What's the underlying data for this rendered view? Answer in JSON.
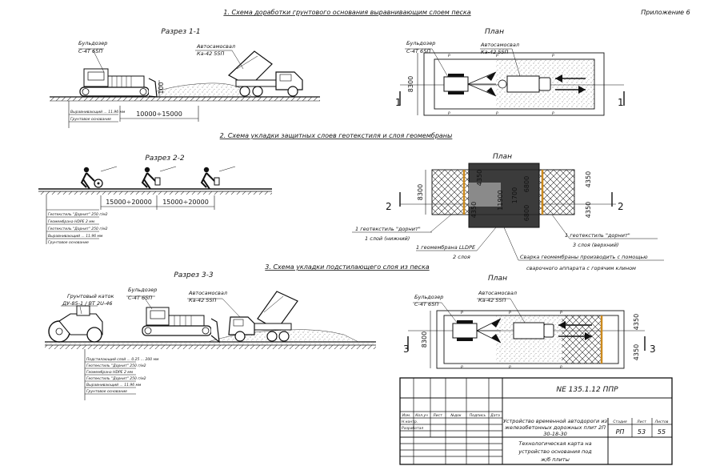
{
  "sheet": {
    "appendix": "Приложение 6"
  },
  "section1": {
    "title": "1. Схема доработки грунтового основания выравнивающим слоем песка",
    "cut_title": "Разрез 1-1",
    "plan_title": "План",
    "bulldozer_label": [
      "Бульдозер",
      "С-4Т 65П"
    ],
    "truck_label": [
      "Автосамосвал",
      "Ка-42 55П"
    ],
    "dim_width": "10000÷15000",
    "dim_height": "100",
    "plan_dim": "8300",
    "cut_marker": "1",
    "legend": [
      "Выравнивающий ... 11.96 мм",
      "Грунтовое основание"
    ]
  },
  "section2": {
    "title": "2. Схема укладки защитных слоев геотекстиля и слоя геомембраны",
    "cut_title": "Разрез 2-2",
    "plan_title": "План",
    "dims_row": [
      "15000÷20000",
      "15000÷20000"
    ],
    "plan_dims": [
      "8300",
      "4350",
      "4350",
      "6800",
      "11900",
      "1700",
      "6800",
      "4350",
      "4350"
    ],
    "cut_marker": "2",
    "callouts": {
      "geotextile_left": [
        "1 геотекстиль \"дорнит\"",
        "1 слой (нижний)"
      ],
      "geomembrane": [
        "1 геомембрана  LLDPE",
        "2 слоя"
      ],
      "geotextile_right": [
        "1 геотекстиль \"дорнит\"",
        "3 слоя (верхний)"
      ],
      "welding": [
        "Сварка геомембраны производить с помощью",
        "сварочного аппарата с горячим клином"
      ]
    },
    "legend": [
      "Геотекстиль \"Дорнит\" 250 г/м2",
      "Геомембрана  HDPE 2 мм",
      "Геотекстиль \"Дорнит\" 250 г/м2",
      "Выравнивающий ... 11.96 мм",
      "Грунтовое основание"
    ]
  },
  "section3": {
    "title": "3. Схема укладки подстилающего слоя из песка",
    "cut_title": "Разрез 3-3",
    "plan_title": "План",
    "roller_label": [
      "Грунтовый каток",
      "ДУ-85-1 / ВТ 2U-46"
    ],
    "bulldozer_label": [
      "Бульдозер",
      "С-4Т 65П"
    ],
    "truck_label": [
      "Автосамосвал",
      "Ка-42 55П"
    ],
    "plan_dims": [
      "8300",
      "4350",
      "4350"
    ],
    "cut_marker": "3",
    "legend": [
      "Подстилающий слой ... 0.25 ... 200 мм",
      "Геотекстиль \"Дорнит\" 250 г/м2",
      "Геомембрана  HDPE 2 мм",
      "Геотекстиль \"Дорнит\" 250 г/м2",
      "Выравнивающий ... 11.96 мм",
      "Грунтовое основание"
    ]
  },
  "title_block": {
    "code": "NE 135.1.12 ППР",
    "header_cells": [
      "Изм.",
      "Кол.уч",
      "Лист",
      "№док",
      "Подпись",
      "Дата"
    ],
    "row_labels": [
      "Н.контр.",
      "Разработал"
    ],
    "project_name": [
      "Устройство временной автодороги из",
      "железобетонных дорожных плит 2П",
      "30-18-30"
    ],
    "drawing_name": [
      "Технологическая карта на",
      "устройство основания под",
      "ж/б плиты"
    ],
    "stage_header": "Стадия",
    "sheet_header": "Лист",
    "sheets_header": "Листов",
    "stage": "РП",
    "sheet_no": "53",
    "sheets_total": "55"
  }
}
